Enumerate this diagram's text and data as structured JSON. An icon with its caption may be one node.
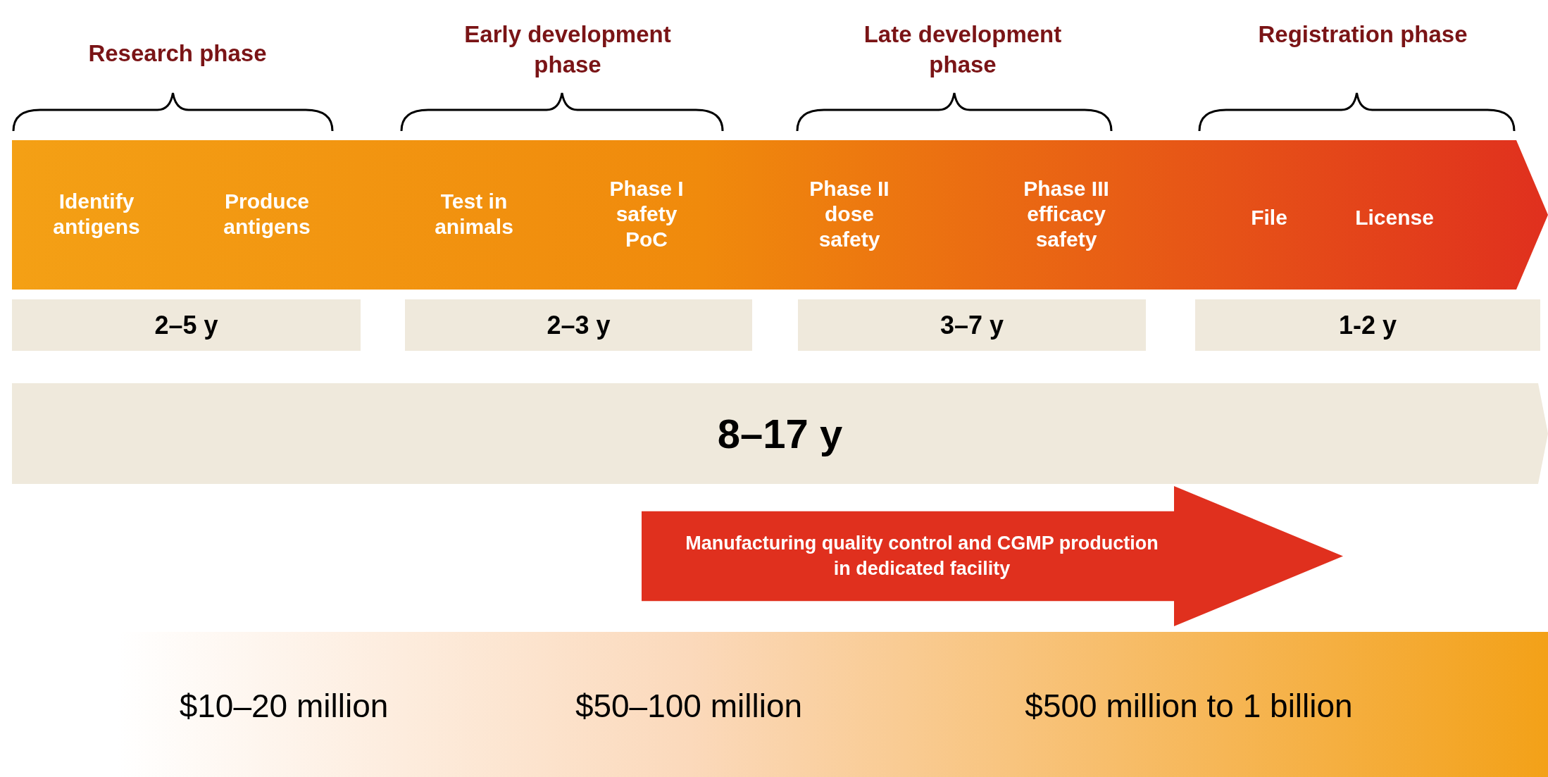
{
  "diagram": {
    "nodes": [
      {
        "text": [],
        "shape": "arrow"
      },
      {
        "text": [
          "Identify antigens"
        ],
        "in": 0
      },
      {
        "text": [
          "Produce antigens"
        ],
        "in": 0
      },
      {
        "text": [
          "Test in animals"
        ],
        "in": 0
      },
      {
        "text": [
          "Phase I safety PoC"
        ],
        "in": 0
      },
      {
        "text": [
          "Phase II dose safety"
        ],
        "in": 0
      },
      {
        "text": [
          "Phase III efficacy safety"
        ],
        "in": 0
      },
      {
        "text": [
          "File"
        ],
        "in": 0
      },
      {
        "text": [
          "License"
        ],
        "in": 0
      },
      {
        "text": [
          "2–5 y"
        ]
      },
      {
        "text": [
          "2–3 y"
        ]
      },
      {
        "text": [
          "3–7 y"
        ]
      },
      {
        "text": [
          "1-2 y"
        ]
      },
      {
        "text": [
          "8–17 y"
        ]
      },
      {
        "text": [
          "Manufacturing quality control and CGMP production in dedicated facility"
        ]
      },
      {
        "text": [],
        "shape": "bar"
      },
      {
        "text": [
          "$10–20 million"
        ],
        "in": 15
      },
      {
        "text": [
          "$50–100 million"
        ],
        "in": 15
      },
      {
        "text": [
          "$500 million to 1 billion"
        ],
        "in": 15
      }
    ],
    "labels": [
      "Research phase",
      "Early development phase",
      "Late development phase",
      "Registration phase"
    ]
  }
}
